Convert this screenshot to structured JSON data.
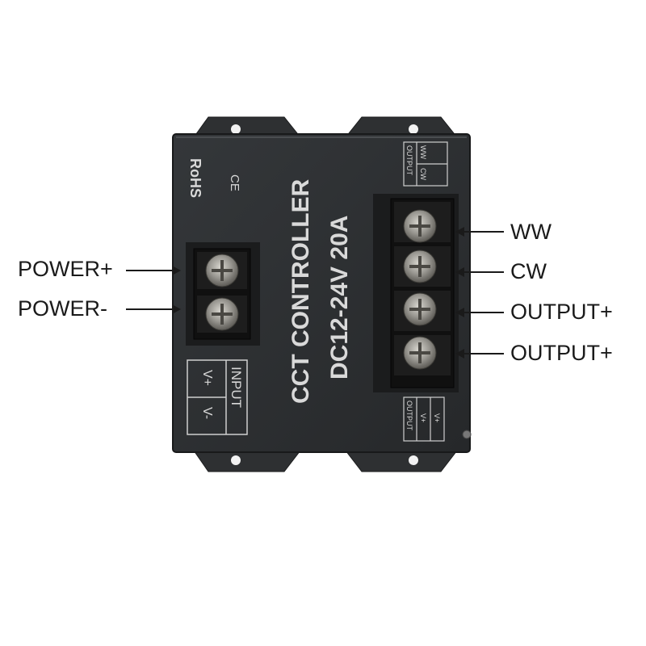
{
  "device": {
    "title": "CCT CONTROLLER",
    "rating": "DC12-24V  20A",
    "rohs": "RoHS",
    "ce": "CE"
  },
  "labels": {
    "input": {
      "header": "INPUT",
      "v_plus": "V+",
      "v_minus": "V-"
    },
    "output_top": {
      "header": "OUTPUT",
      "col1": "CW",
      "col2": "WW"
    },
    "output_bottom": {
      "header": "OUTPUT",
      "col1": "V+",
      "col2": "V+"
    }
  },
  "callouts": {
    "power_plus": "POWER+",
    "power_minus": "POWER-",
    "ww": "WW",
    "cw": "CW",
    "output_plus_1": "OUTPUT+",
    "output_plus_2": "OUTPUT+"
  },
  "colors": {
    "housing": "#2b2d2f",
    "terminal_block": "#141414",
    "screw": "#9a9a96",
    "label_text": "#d9d9d9",
    "callout_text": "#1a1a1a"
  }
}
